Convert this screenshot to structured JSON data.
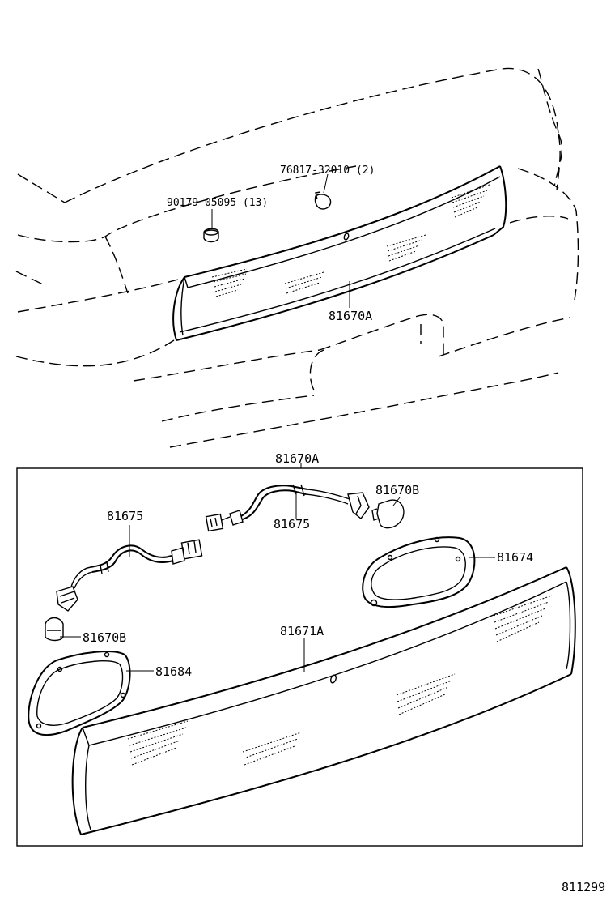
{
  "diagram": {
    "top_view": {
      "labels": {
        "clip_part": "76817-32010 (2)",
        "nut_part": "90179-05095 (13)",
        "garnish_assy": "81670A"
      }
    },
    "detail_box": {
      "title": "81670A",
      "labels": {
        "socket_wire_left": "81675",
        "socket_wire_right": "81675",
        "bulb_right": "81670B",
        "bulb_left": "81670B",
        "gasket_right": "81674",
        "gasket_left": "81684",
        "lens": "81671A"
      }
    },
    "figure_number": "811299"
  }
}
